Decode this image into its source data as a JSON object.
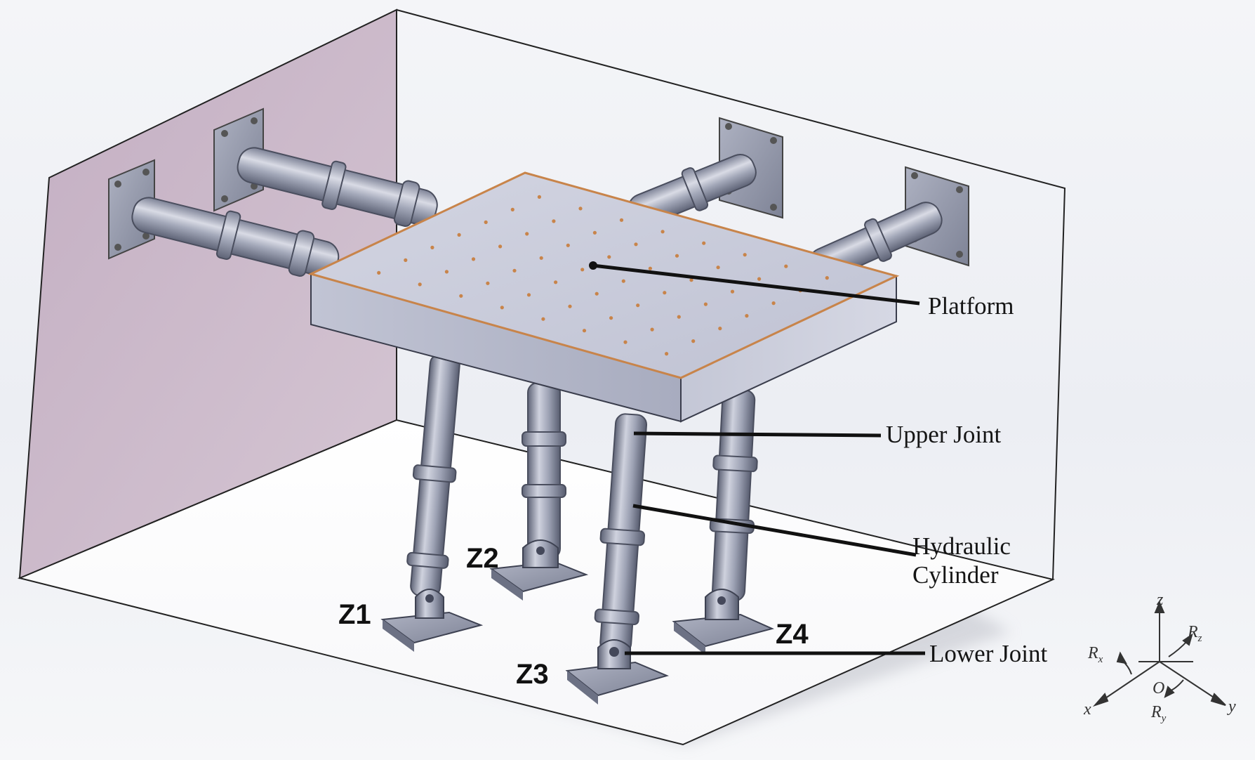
{
  "labels": {
    "platform": "Platform",
    "upper_joint": "Upper Joint",
    "hydraulic_line1": "Hydraulic",
    "hydraulic_line2": "Cylinder",
    "lower_joint": "Lower Joint"
  },
  "supports": [
    "Z1",
    "Z2",
    "Z3",
    "Z4"
  ],
  "axes": {
    "z": "z",
    "x": "x",
    "y": "y",
    "origin": "O",
    "rz_base": "R",
    "rz_sub": "z",
    "rx_base": "R",
    "rx_sub": "x",
    "ry_base": "R",
    "ry_sub": "y"
  },
  "colors": {
    "wall": "#c9b6c7",
    "platform_top": "#c7cad9",
    "platform_front": "#b6bacb",
    "platform_edge": "#c8844a",
    "metal": "#8d93a6",
    "leader": "#111111"
  }
}
